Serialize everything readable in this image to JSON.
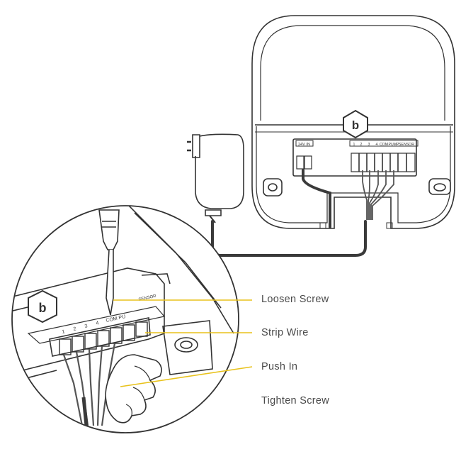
{
  "steps": {
    "loosen": "Loosen Screw",
    "strip": "Strip Wire",
    "push": "Push In",
    "tighten": "Tighten Screw"
  },
  "controller": {
    "power_label": "24V IN",
    "terminals": [
      "1",
      "2",
      "3",
      "4",
      "COM",
      "PUMP",
      "SENSOR"
    ],
    "logo_letter": "b"
  },
  "zoom": {
    "terminals": [
      "1",
      "2",
      "3",
      "4",
      "COM",
      "PU"
    ],
    "sensor_label": "SENSOR",
    "logo_letter": "b"
  },
  "colors": {
    "line": "#333333",
    "callout": "#e8c21c",
    "cable": "#3a3a3a"
  }
}
